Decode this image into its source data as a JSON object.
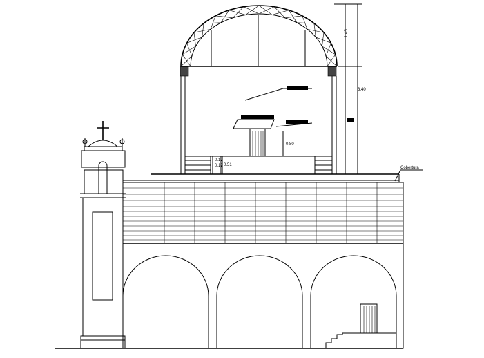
{
  "labels": {
    "cubierta": "Cobertura",
    "dim_top": "1.45",
    "dim_mid": "3.40",
    "dim_podium": "0.80",
    "dim_step1": "0.17",
    "dim_step2": "0.17",
    "dim_steps_total": "0.51"
  },
  "colors": {
    "line": "#000000",
    "background": "#ffffff"
  }
}
